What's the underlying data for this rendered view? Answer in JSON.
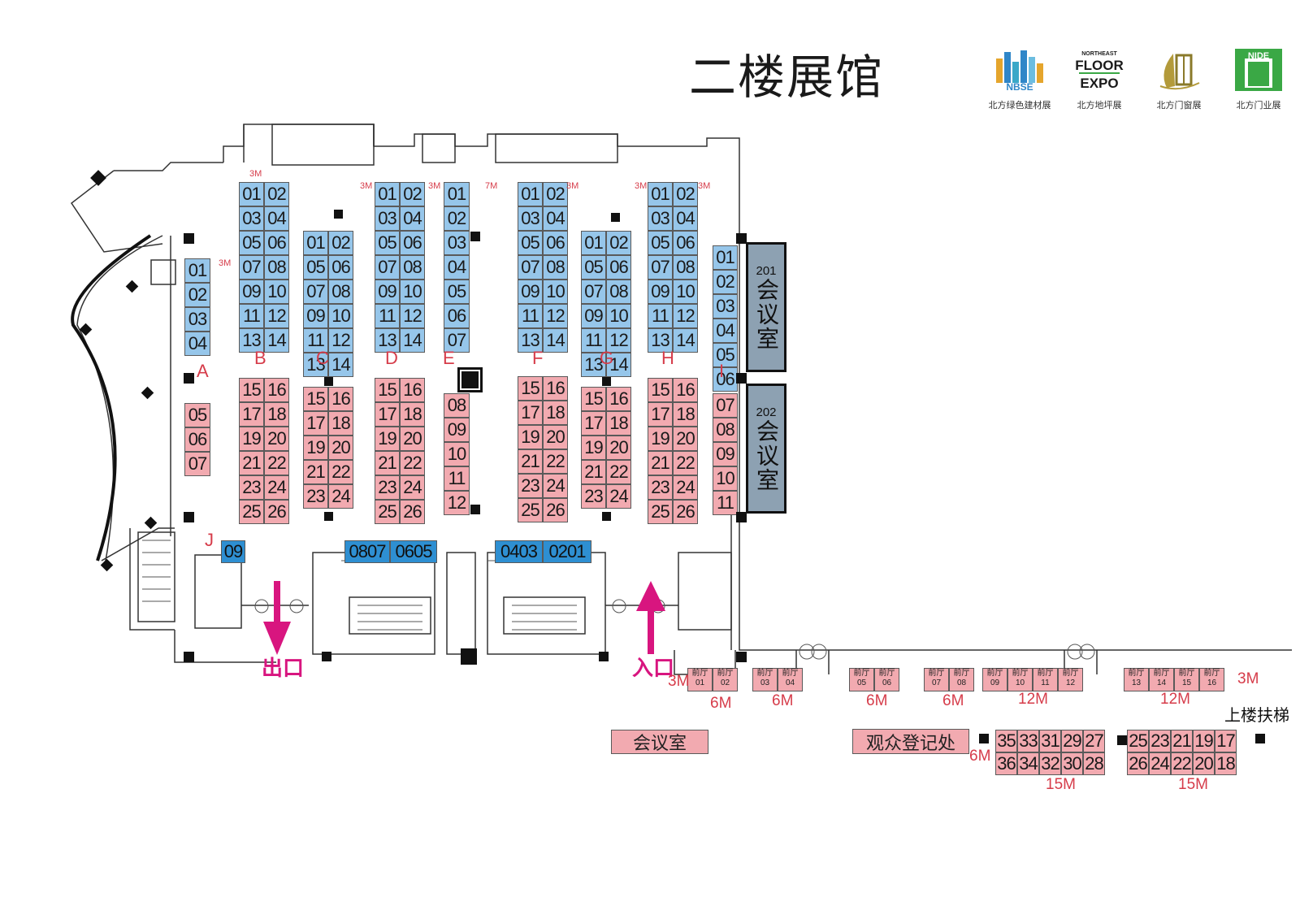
{
  "title": "二楼展馆",
  "logos": [
    {
      "mark": "NBSE",
      "caption": "北方绿色建材展",
      "icon": "city-skyline-icon",
      "color": "#2f86c8"
    },
    {
      "mark": "NORTHEAST FLOOR EXPO",
      "caption": "北方地坪展",
      "icon": "floor-expo-icon",
      "color": "#1a1a1a"
    },
    {
      "mark": "",
      "caption": "北方门窗展",
      "icon": "window-door-icon",
      "color": "#8a7a2a"
    },
    {
      "mark": "NIDE",
      "caption": "北方门业展",
      "icon": "door-icon",
      "color": "#3aa845"
    }
  ],
  "colors": {
    "blue_booth": "#96c6ea",
    "pink_booth": "#f2aab0",
    "dark_blue_booth": "#2e8fd2",
    "label_red": "#d63c4a",
    "arrow_magenta": "#d8157f",
    "conference": "#8da1b2"
  },
  "rows": {
    "A": {
      "label": "A",
      "blue": [
        "01",
        "02",
        "03",
        "04"
      ],
      "pink": [
        "05",
        "06",
        "07"
      ]
    },
    "B": {
      "label": "B",
      "blue": [
        "01",
        "02",
        "03",
        "04",
        "05",
        "06",
        "07",
        "08",
        "09",
        "10",
        "11",
        "12",
        "13",
        "14"
      ],
      "pink": [
        "15",
        "16",
        "17",
        "18",
        "19",
        "20",
        "21",
        "22",
        "23",
        "24",
        "25",
        "26"
      ]
    },
    "C": {
      "label": "C",
      "blue": [
        "01",
        "02",
        "05",
        "06",
        "07",
        "08",
        "09",
        "10",
        "11",
        "12",
        "13",
        "14"
      ],
      "pink": [
        "15",
        "16",
        "17",
        "18",
        "19",
        "20",
        "21",
        "22",
        "23",
        "24"
      ]
    },
    "D": {
      "label": "D",
      "blue": [
        "01",
        "02",
        "03",
        "04",
        "05",
        "06",
        "07",
        "08",
        "09",
        "10",
        "11",
        "12",
        "13",
        "14"
      ],
      "pink": [
        "15",
        "16",
        "17",
        "18",
        "19",
        "20",
        "21",
        "22",
        "23",
        "24",
        "25",
        "26"
      ]
    },
    "E": {
      "label": "E",
      "blue": [
        "01",
        "02",
        "03",
        "04",
        "05",
        "06",
        "07"
      ],
      "pink": [
        "08",
        "09",
        "10",
        "11",
        "12"
      ]
    },
    "F": {
      "label": "F",
      "blue": [
        "01",
        "02",
        "03",
        "04",
        "05",
        "06",
        "07",
        "08",
        "09",
        "10",
        "11",
        "12",
        "13",
        "14"
      ],
      "pink": [
        "15",
        "16",
        "17",
        "18",
        "19",
        "20",
        "21",
        "22",
        "23",
        "24",
        "25",
        "26"
      ]
    },
    "G": {
      "label": "G",
      "blue": [
        "01",
        "02",
        "05",
        "06",
        "07",
        "08",
        "09",
        "10",
        "11",
        "12",
        "13",
        "14"
      ],
      "pink": [
        "15",
        "16",
        "17",
        "18",
        "19",
        "20",
        "21",
        "22",
        "23",
        "24"
      ]
    },
    "H": {
      "label": "H",
      "blue": [
        "01",
        "02",
        "03",
        "04",
        "05",
        "06",
        "07",
        "08",
        "09",
        "10",
        "11",
        "12",
        "13",
        "14"
      ],
      "pink": [
        "15",
        "16",
        "17",
        "18",
        "19",
        "20",
        "21",
        "22",
        "23",
        "24",
        "25",
        "26"
      ]
    },
    "I": {
      "label": "I",
      "blue": [
        "01",
        "02",
        "03",
        "04",
        "05",
        "06"
      ],
      "pink": [
        "07",
        "08",
        "09",
        "10",
        "11"
      ]
    },
    "J": {
      "label": "J",
      "booths": [
        "09"
      ]
    }
  },
  "bottom_booths": [
    "0807",
    "0605",
    "0403",
    "0201"
  ],
  "aisle_labels": {
    "m3": "3M",
    "m7": "7M",
    "m6": "6M",
    "m12": "12M",
    "m15": "15M"
  },
  "conference_rooms": [
    {
      "number": "201",
      "name": "会议室"
    },
    {
      "number": "202",
      "name": "会议室"
    }
  ],
  "exit_label": "出口",
  "entrance_label": "入口",
  "foyer": {
    "prefix": "前厅",
    "numbers": [
      "01",
      "02",
      "03",
      "04",
      "05",
      "06",
      "07",
      "08",
      "09",
      "10",
      "11",
      "12",
      "13",
      "14",
      "15",
      "16"
    ]
  },
  "meeting_room": "会议室",
  "registration": "观众登记处",
  "escalator": "上楼扶梯",
  "lobby_booths": {
    "group1_top": [
      "35",
      "33",
      "31",
      "29",
      "27"
    ],
    "group1_bottom": [
      "36",
      "34",
      "32",
      "30",
      "28"
    ],
    "group2_top": [
      "25",
      "23",
      "21",
      "19",
      "17"
    ],
    "group2_bottom": [
      "26",
      "24",
      "22",
      "20",
      "18"
    ]
  }
}
